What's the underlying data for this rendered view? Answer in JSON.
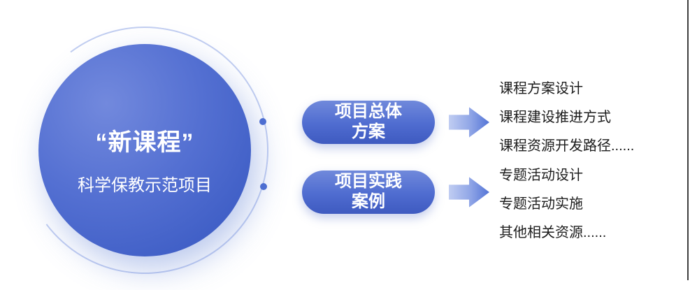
{
  "circle": {
    "title": "“新课程”",
    "subtitle": "科学保教示范项目"
  },
  "rows": [
    {
      "pill": {
        "line1": "项目总体",
        "line2": "方案"
      },
      "items": [
        "课程方案设计",
        "课程建设推进方式",
        "课程资源开发路径......"
      ]
    },
    {
      "pill": {
        "line1": "项目实践",
        "line2": "案例"
      },
      "items": [
        "专题活动设计",
        "专题活动实施",
        "其他相关资源......"
      ]
    }
  ],
  "colors": {
    "circle_blue": "#4a66cb",
    "pill_blue": "#4f6cd0",
    "arrow_light": "#c0cdf2",
    "arrow_dark": "#5374d6",
    "ring": "#c2cef1",
    "dot": "#4d6ed1",
    "text": "#1c1c1c"
  }
}
